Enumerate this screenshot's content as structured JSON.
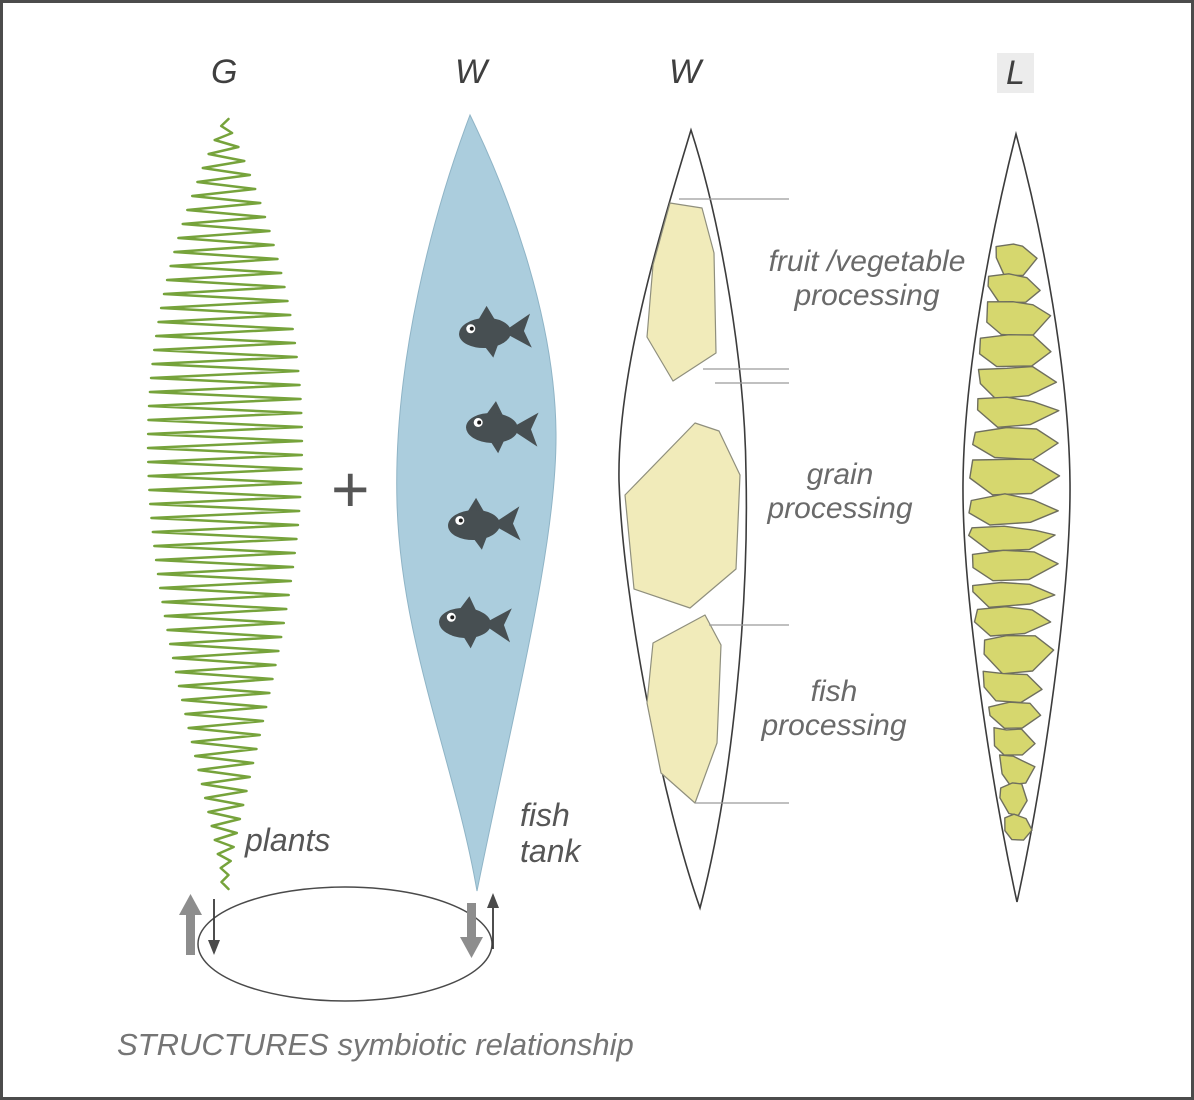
{
  "diagram": {
    "caption": "STRUCTURES symbiotic relationship",
    "plus_sign": "+",
    "columns": [
      {
        "letter": "G",
        "label": "plants"
      },
      {
        "letter": "W",
        "label_lines": [
          "fish",
          "tank"
        ],
        "fish_count": 4
      },
      {
        "letter": "W",
        "zones": [
          {
            "line1": "fruit /vegetable",
            "line2": "processing"
          },
          {
            "line1": "grain",
            "line2": "processing"
          },
          {
            "line1": "fish",
            "line2": "processing"
          }
        ]
      },
      {
        "letter": "L"
      }
    ]
  },
  "colors": {
    "coil_green": "#76a33b",
    "water_blue": "#abcddd",
    "zone_yellow": "#f1ebba",
    "block_yellow": "#d6d76e",
    "block_stroke": "#6f6f5e",
    "fish_dark": "#474f52",
    "outline_gray": "#3c3c3c",
    "leader_gray": "#9b9b9b",
    "arrow_gray": "#8d8d8d",
    "text_gray": "#5d5d5d"
  }
}
